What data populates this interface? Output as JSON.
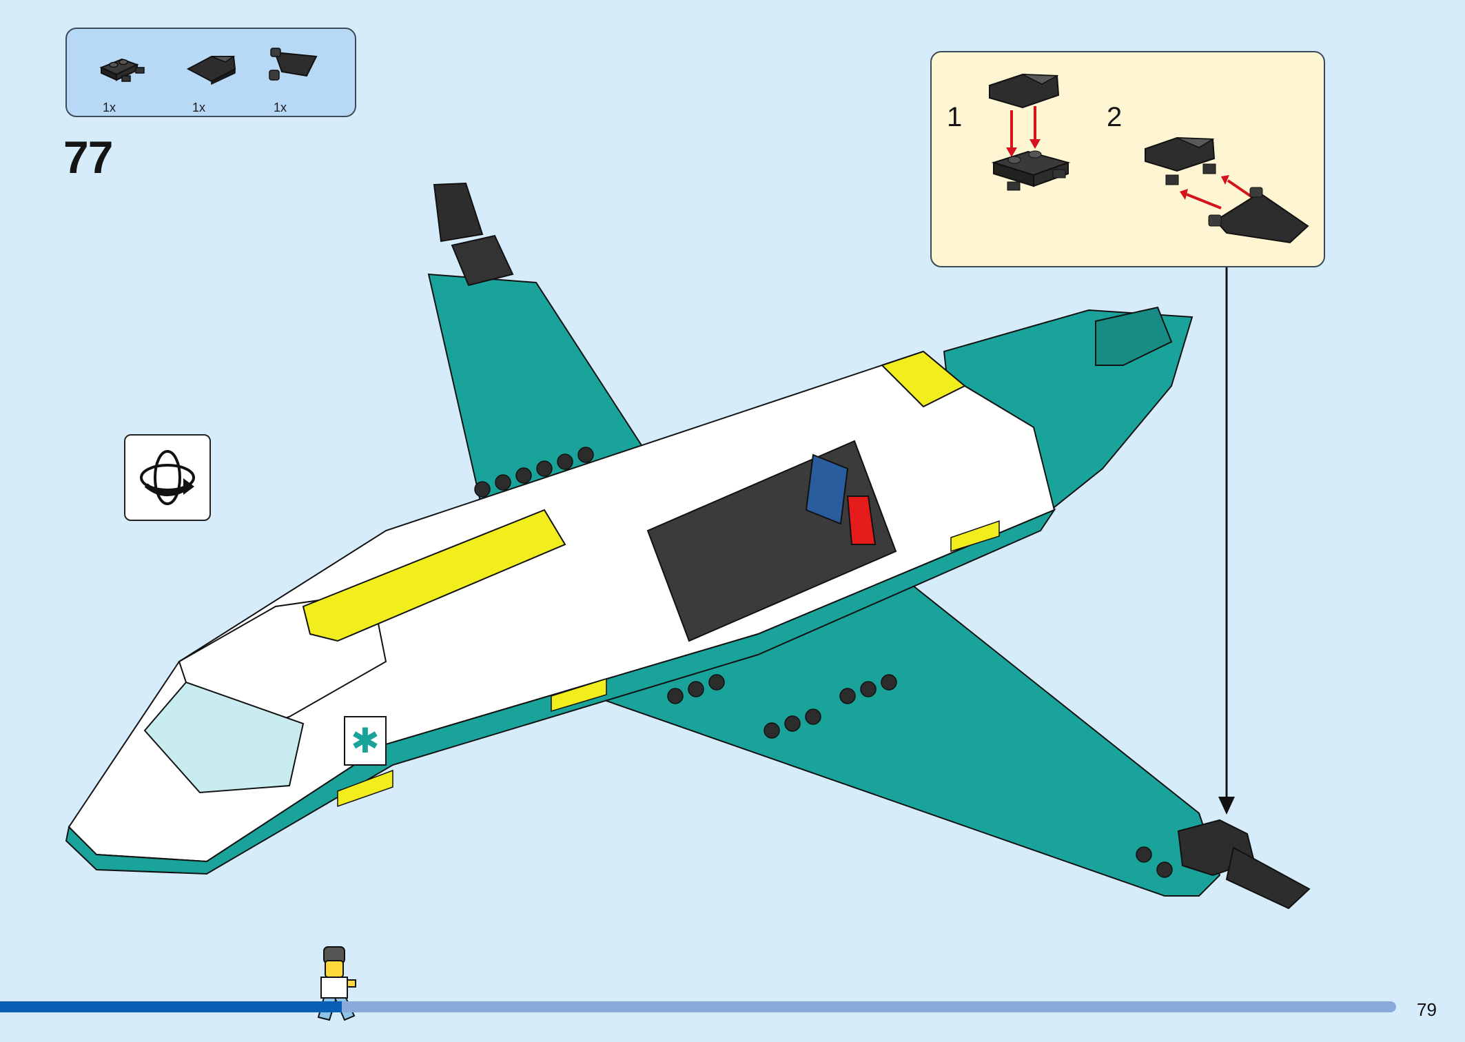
{
  "parts_list": [
    {
      "icon": "plate-with-pins-icon",
      "qty": "1x"
    },
    {
      "icon": "slope-brick-icon",
      "qty": "1x"
    },
    {
      "icon": "fin-clip-icon",
      "qty": "1x"
    }
  ],
  "step": {
    "number": "77"
  },
  "rotate": {
    "icon": "rotate-model-icon"
  },
  "callout": {
    "sub_steps": [
      {
        "number": "1"
      },
      {
        "number": "2"
      }
    ]
  },
  "model": {
    "icon": "ambulance-plane-model"
  },
  "progress": {
    "fraction": 0.245
  },
  "page": {
    "number": "79"
  },
  "colors": {
    "background": "#d6ecfb",
    "parts_box": "#b7d9f6",
    "callout_box": "#fef6d2",
    "teal": "#1aa39a",
    "yellow": "#f2ee1e",
    "progress_fill": "#0a5fb4",
    "progress_track": "#8aaadb",
    "arrow_red": "#d6121c"
  }
}
